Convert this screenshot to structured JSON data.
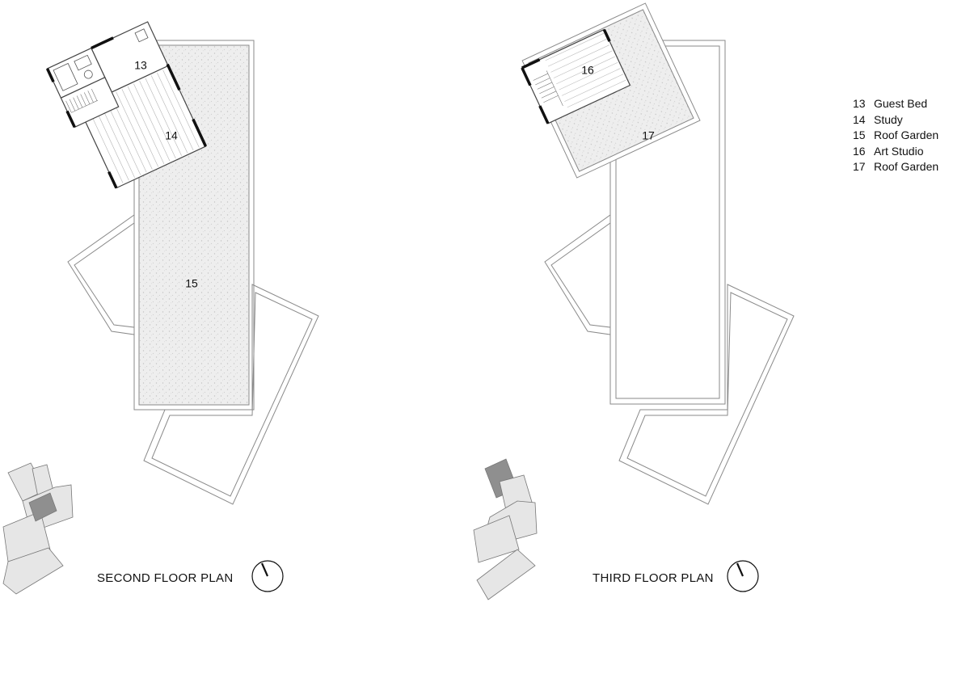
{
  "plans": {
    "second": {
      "title": "SECOND FLOOR PLAN",
      "rooms": {
        "r13": "13",
        "r14": "14",
        "r15": "15"
      }
    },
    "third": {
      "title": "THIRD FLOOR PLAN",
      "rooms": {
        "r16": "16",
        "r17": "17"
      }
    }
  },
  "legend": [
    {
      "num": "13",
      "label": "Guest Bed"
    },
    {
      "num": "14",
      "label": "Study"
    },
    {
      "num": "15",
      "label": "Roof Garden"
    },
    {
      "num": "16",
      "label": "Art Studio"
    },
    {
      "num": "17",
      "label": "Roof Garden"
    }
  ],
  "colors": {
    "line": "#8a8a8a",
    "wall": "#111111",
    "gravel": "#ececec",
    "key_light": "#e6e6e6",
    "key_dark": "#8f8f8f"
  }
}
